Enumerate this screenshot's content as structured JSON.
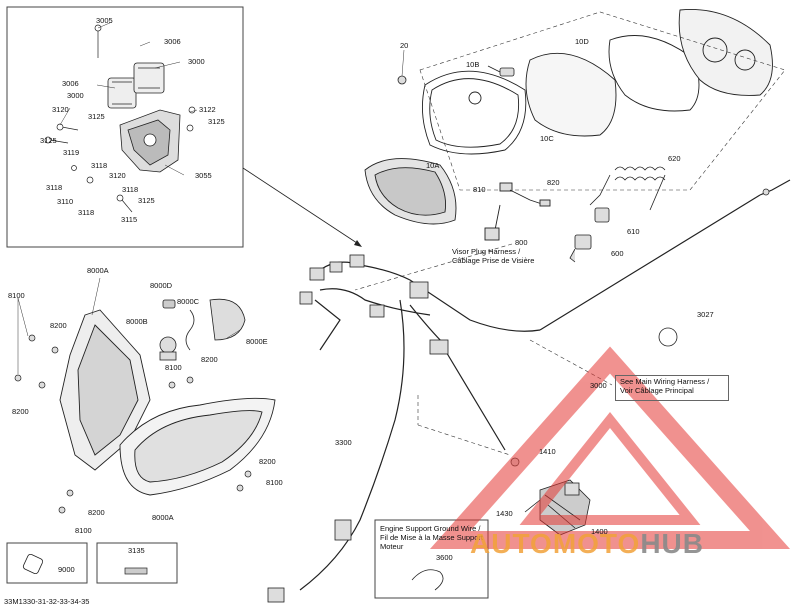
{
  "diagram_code": "33M1330-31-32-33-34-35",
  "labels": {
    "p3005": "3005",
    "p3006a": "3006",
    "p3006b": "3006",
    "p3000a": "3000",
    "p3000b": "3000",
    "p3120a": "3120",
    "p3122": "3122",
    "p3125a": "3125",
    "p3125b": "3125",
    "p3125c": "3125",
    "p3125d": "3125",
    "p3119": "3119",
    "p3118a": "3118",
    "p3118b": "3118",
    "p3118c": "3118",
    "p3118d": "3118",
    "p3110": "3110",
    "p3120b": "3120",
    "p3115": "3115",
    "p3055": "3055",
    "p20": "20",
    "p10A": "10A",
    "p10B": "10B",
    "p10C": "10C",
    "p10D": "10D",
    "p620": "620",
    "p810": "810",
    "p820": "820",
    "p800": "800",
    "p610": "610",
    "p600": "600",
    "p3027": "3027",
    "p3000c": "3000",
    "p8000A1": "8000A",
    "p8000A2": "8000A",
    "p8000D": "8000D",
    "p8000B": "8000B",
    "p8000C": "8000C",
    "p8000E": "8000E",
    "p8100a": "8100",
    "p8100b": "8100",
    "p8100c": "8100",
    "p8100d": "8100",
    "p8200a": "8200",
    "p8200b": "8200",
    "p8200c": "8200",
    "p8200d": "8200",
    "p8200e": "8200",
    "p3300": "3300",
    "p1410": "1410",
    "p1430": "1430",
    "p1400": "1400",
    "p3600": "3600",
    "p9000": "9000",
    "p3135": "3135"
  },
  "notes": {
    "visor_plug_line1": "Visor Plug Harness /",
    "visor_plug_line2": "Câblage Prise de Visière",
    "main_harness_line1": "See Main Wiring Harness /",
    "main_harness_line2": "Voir Câblage Principal",
    "ground_line1": "Engine Support Ground Wire /",
    "ground_line2": "Fil de Mise à la Masse Support",
    "ground_line3": "Moteur"
  },
  "watermark": {
    "part1": "AUTOMOTO",
    "part2": "HUB",
    "color_orange": "#f2a23a",
    "color_grey": "#8a8a8a",
    "color_red": "#e53935"
  }
}
